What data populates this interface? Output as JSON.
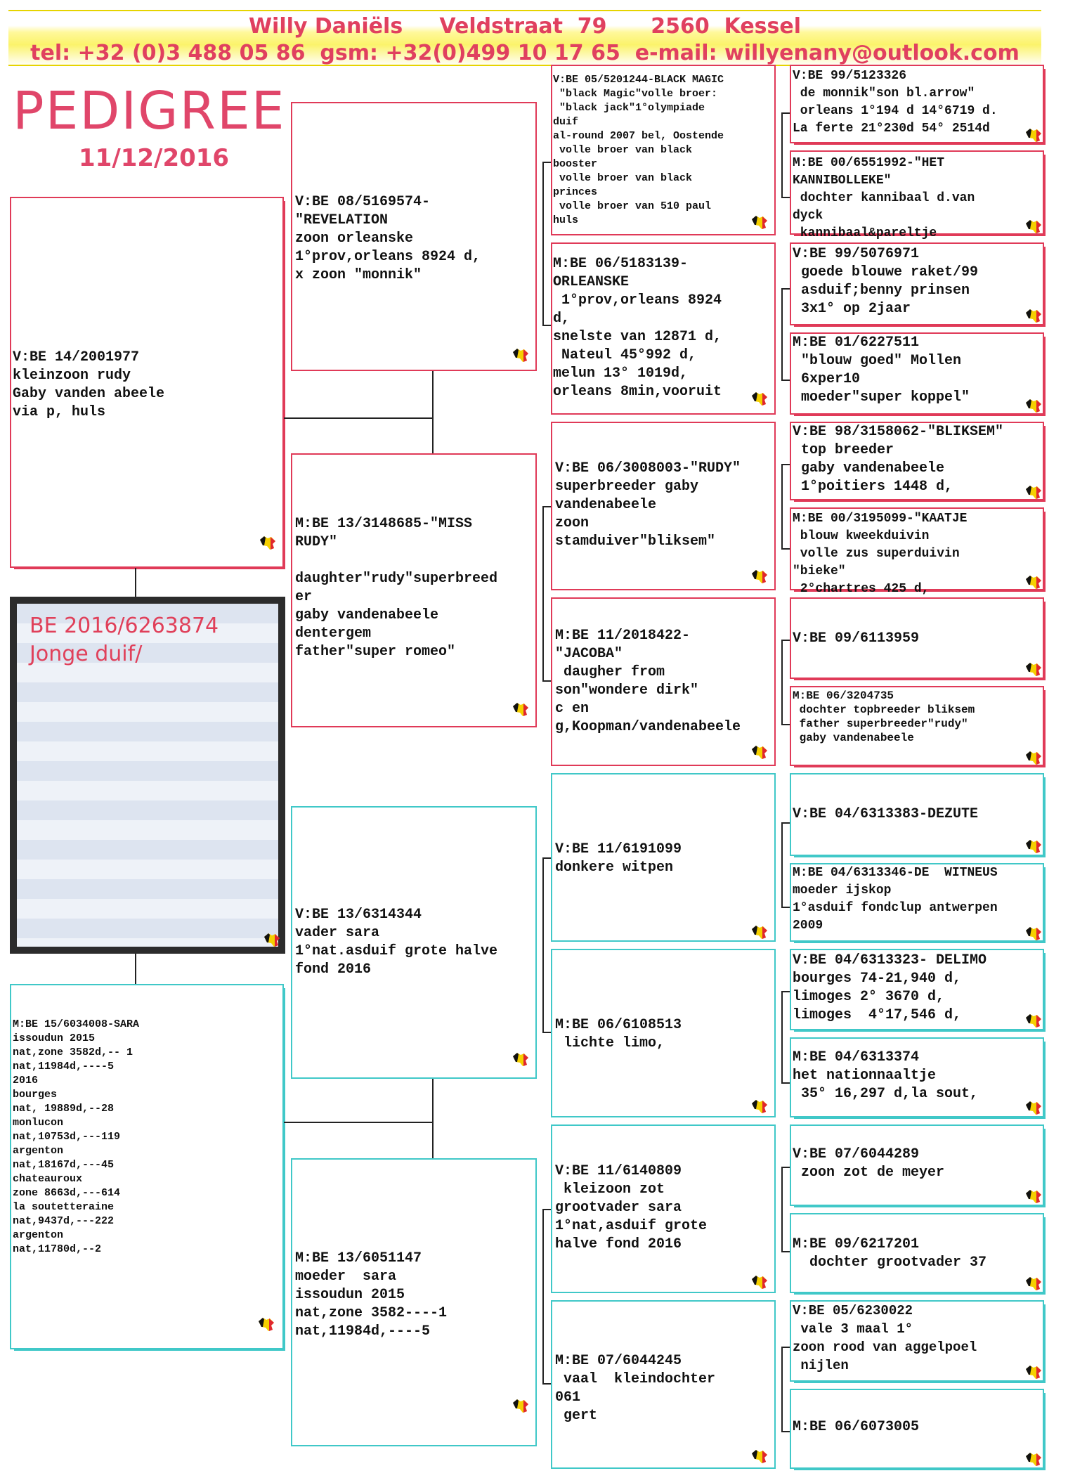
{
  "header": {
    "line1": "Willy Daniëls     Veldstraat  79      2560  Kessel",
    "line2": "tel: +32 (0)3 488 05 86  gsm: +32(0)499 10 17 65  e-mail: willyenany@outlook.com"
  },
  "title": "PEDIGREE",
  "date": "11/12/2016",
  "subject": {
    "ring": "BE 2016/6263874",
    "name": "Jonge duif/"
  },
  "colors": {
    "header_text": "#e0405f",
    "maternal_border": "#40c8c8",
    "paternal_border": "#e03a58",
    "header_band": "#fbf36b"
  },
  "gen1": {
    "sire": "V:BE 14/2001977\nkleinzoon rudy\nGaby vanden abeele\nvia p, huls",
    "dam": "M:BE 15/6034008-SARA\nissoudun 2015\nnat,zone 3582d,-- 1\nnat,11984d,----5\n2016\nbourges\nnat, 19889d,--28\nmonlucon\nnat,10753d,---119\nargenton\nnat,18167d,---45\nchateauroux\nzone 8663d,---614\nla soutetteraine\nnat,9437d,---222\nargenton\nnat,11780d,--2"
  },
  "gen2": {
    "ss": "V:BE 08/5169574-\n\"REVELATION\nzoon orleanske\n1°prov,orleans 8924 d,\nx zoon \"monnik\"",
    "sd": "M:BE 13/3148685-\"MISS\nRUDY\"\n\ndaughter\"rudy\"superbreed\ner\ngaby vandenabeele\ndentergem\nfather\"super romeo\"",
    "ds": "V:BE 13/6314344\nvader sara\n1°nat.asduif grote halve\nfond 2016",
    "dd": "M:BE 13/6051147\nmoeder  sara\nissoudun 2015\nnat,zone 3582----1\nnat,11984d,----5"
  },
  "gen3": [
    "V:BE 05/5201244-BLACK MAGIC\n \"black Magic\"volle broer:\n \"black jack\"1°olympiade\nduif\nal-round 2007 bel, Oostende\n volle broer van black\nbooster\n volle broer van black\nprinces\n volle broer van 510 paul\nhuls",
    "M:BE 06/5183139-\nORLEANSKE\n 1°prov,orleans 8924\nd,\nsnelste van 12871 d,\n Nateul 45°992 d,\nmelun 13° 1019d,\norleans 8min,vooruit",
    "V:BE 06/3008003-\"RUDY\"\nsuperbreeder gaby\nvandenabeele\nzoon\nstamduiver\"bliksem\"",
    "M:BE 11/2018422-\n\"JACOBA\"\n daugher from\nson\"wondere dirk\"\nc en\ng,Koopman/vandenabeele",
    "V:BE 11/6191099\ndonkere witpen",
    "M:BE 06/6108513\n lichte limo,",
    "V:BE 11/6140809\n kleizoon zot\ngrootvader sara\n1°nat,asduif grote\nhalve fond 2016",
    "M:BE 07/6044245\n vaal  kleindochter\n061\n gert"
  ],
  "gen4": [
    "V:BE 99/5123326\n de monnik\"son bl.arrow\"\n orleans 1°194 d 14°6719 d.\nLa ferte 21°230d 54° 2514d",
    "M:BE 00/6551992-\"HET\nKANNIBOLLEKE\"\n dochter kannibaal d.van\ndyck\n kannibaal&pareltje",
    "V:BE 99/5076971\n goede blouwe raket/99\n asduif;benny prinsen\n 3x1° op 2jaar",
    "M:BE 01/6227511\n \"blouw goed\" Mollen\n 6xper10\n moeder\"super koppel\"",
    "V:BE 98/3158062-\"BLIKSEM\"\n top breeder\n gaby vandenabeele\n 1°poitiers 1448 d,",
    "M:BE 00/3195099-\"KAATJE\n blouw kweekduivin\n volle zus superduivin\n\"bieke\"\n 2°chartres 425 d,",
    "V:BE 09/6113959",
    "M:BE 06/3204735\n dochter topbreeder bliksem\n father superbreeder\"rudy\"\n gaby vandenabeele",
    "V:BE 04/6313383-DEZUTE",
    "M:BE 04/6313346-DE  WITNEUS\nmoeder ijskop\n1°asduif fondclup antwerpen\n2009",
    "V:BE 04/6313323- DELIMO\nbourges 74-21,940 d,\nlimoges 2° 3670 d,\nlimoges  4°17,546 d,",
    "M:BE 04/6313374\nhet nationnaaltje\n 35° 16,297 d,la sout,",
    "V:BE 07/6044289\n zoon zot de meyer",
    "M:BE 09/6217201\n  dochter grootvader 37",
    "V:BE 05/6230022\n vale 3 maal 1°\nzoon rood van aggelpoel\n nijlen",
    "M:BE 06/6073005"
  ]
}
